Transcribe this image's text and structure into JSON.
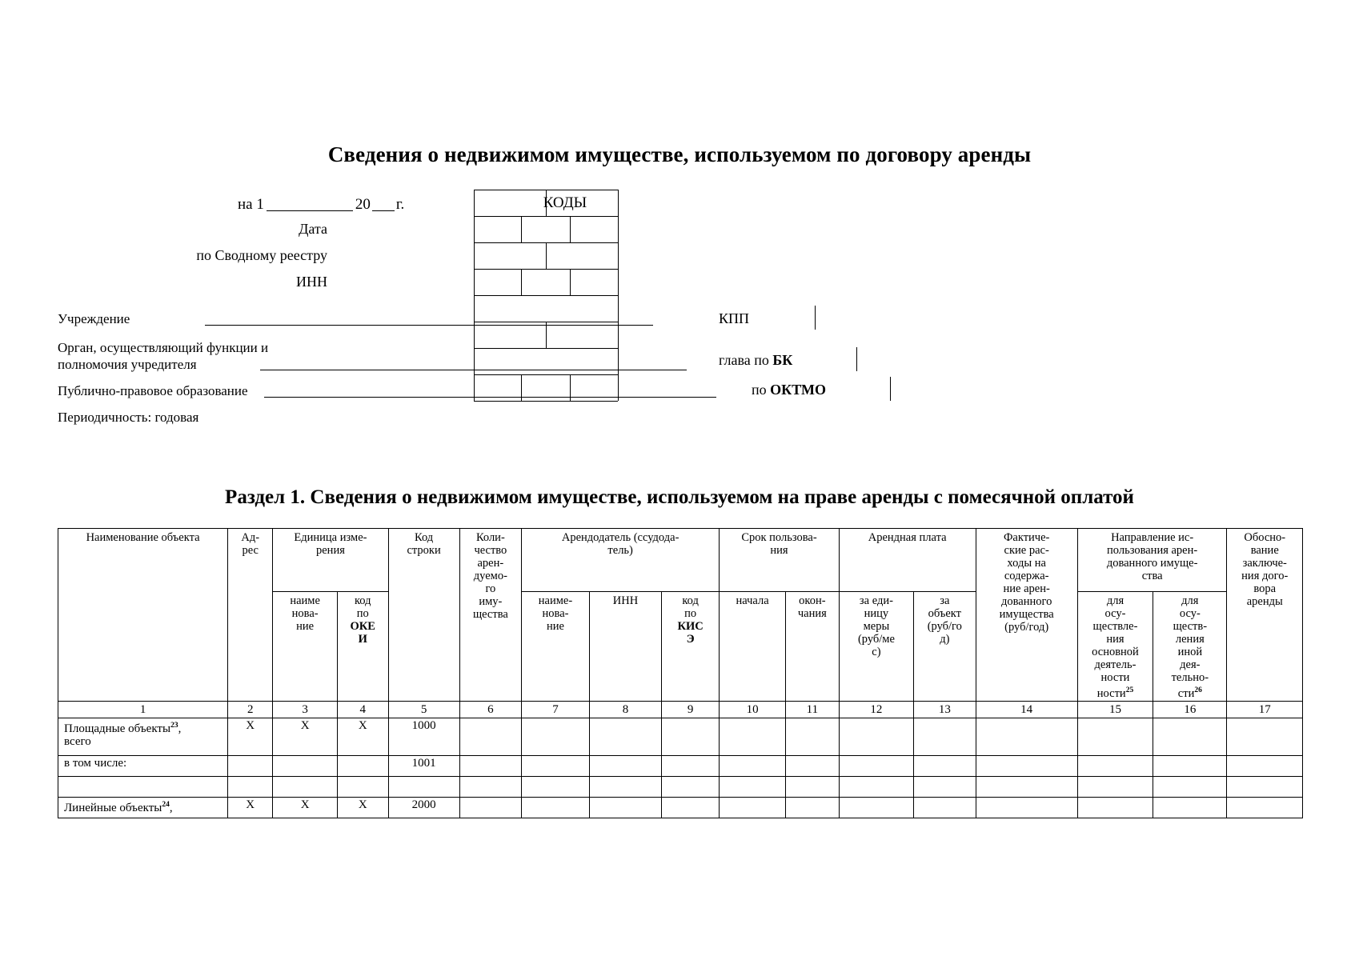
{
  "document": {
    "title": "Сведения о недвижимом имуществе, используемом по договору аренды",
    "date_prefix": "на 1",
    "date_year": "20",
    "date_suffix": "г.",
    "section_heading": "Раздел 1. Сведения о недвижимом имуществе, используемом на праве аренды с помесячной оплатой"
  },
  "codes_block": {
    "kody_label": "КОДЫ",
    "rows": [
      {
        "label": "Дата"
      },
      {
        "label": "по Сводному реестру"
      },
      {
        "label": "ИНН"
      }
    ]
  },
  "left_labels": {
    "institution": "Учреждение",
    "founder_line1": "Орган, осуществляющий функции и",
    "founder_line2": "полномочия учредителя",
    "public_entity": "Публично-правовое образование",
    "periodicity": "Периодичность: годовая"
  },
  "right_codes": [
    {
      "label": "КПП"
    },
    {
      "label": "глава по ",
      "label_bold": "БК"
    },
    {
      "label": "по ",
      "label_bold": "ОКТМО"
    }
  ],
  "table": {
    "headers_top": [
      {
        "text": "Наименование объекта"
      },
      {
        "text": "Ад-\nрес"
      },
      {
        "text": "Единица изме-\nрения"
      },
      {
        "text": "Код\nстроки"
      },
      {
        "text": "Коли-\nчество\nарен-\nдуемо-\nго\nиму-\nщества"
      },
      {
        "text": "Арендодатель (ссудода-\nтель)"
      },
      {
        "text": "Срок пользова-\nния"
      },
      {
        "text": "Арендная плата"
      },
      {
        "text": "Фактиче-\nские рас-\nходы на\nсодержа-\nние арен-\nдованного\nимущества\n(руб/год)"
      },
      {
        "text": "Направление ис-\nпользования арен-\nдованного имуще-\nства"
      },
      {
        "text": "Обосно-\nвание\nзаключе-\nния дого-\nвора\nаренды"
      }
    ],
    "headers_sub": {
      "unit_name": "наиме\nнова-\nние",
      "unit_code_pre": "код\nпо",
      "unit_code_bold": "ОКЕ\nИ",
      "lessor_name": "наиме-\nнова-\nние",
      "lessor_inn": "ИНН",
      "lessor_code_pre": "код\nпо",
      "lessor_code_bold": "КИС\nЭ",
      "term_start": "начала",
      "term_end": "окон-\nчания",
      "rent_per_unit": "за еди-\nницу\nмеры\n(руб/ме\nс)",
      "rent_per_object": "за\nобъект\n(руб/го\nд)",
      "use_main": "для\nосу-\nществле-\nния\nосновной\nдеятель-\nности",
      "use_main_note": "25",
      "use_other": "для\nосу-\nществ-\nления\nиной\nдея-\nтельно-\nсти",
      "use_other_note": "26"
    },
    "column_numbers": [
      "1",
      "2",
      "3",
      "4",
      "5",
      "6",
      "7",
      "8",
      "9",
      "10",
      "11",
      "12",
      "13",
      "14",
      "15",
      "16",
      "17"
    ],
    "rows": [
      {
        "name": "Площадные объекты",
        "note": "23",
        "name_suffix": ",",
        "name_line2": "всего",
        "cells": [
          "Х",
          "Х",
          "Х",
          "1000",
          "",
          "",
          "",
          "",
          "",
          "",
          "",
          "",
          "",
          "",
          "",
          ""
        ]
      },
      {
        "name": "в том числе:",
        "note": "",
        "name_suffix": "",
        "name_line2": "",
        "cells": [
          "",
          "",
          "",
          "1001",
          "",
          "",
          "",
          "",
          "",
          "",
          "",
          "",
          "",
          "",
          "",
          ""
        ]
      },
      {
        "name": "",
        "note": "",
        "name_suffix": "",
        "name_line2": "",
        "cells": [
          "",
          "",
          "",
          "",
          "",
          "",
          "",
          "",
          "",
          "",
          "",
          "",
          "",
          "",
          "",
          ""
        ]
      },
      {
        "name": "Линейные объекты",
        "note": "24",
        "name_suffix": ",",
        "name_line2": "",
        "cells": [
          "Х",
          "Х",
          "Х",
          "2000",
          "",
          "",
          "",
          "",
          "",
          "",
          "",
          "",
          "",
          "",
          "",
          ""
        ]
      }
    ]
  }
}
